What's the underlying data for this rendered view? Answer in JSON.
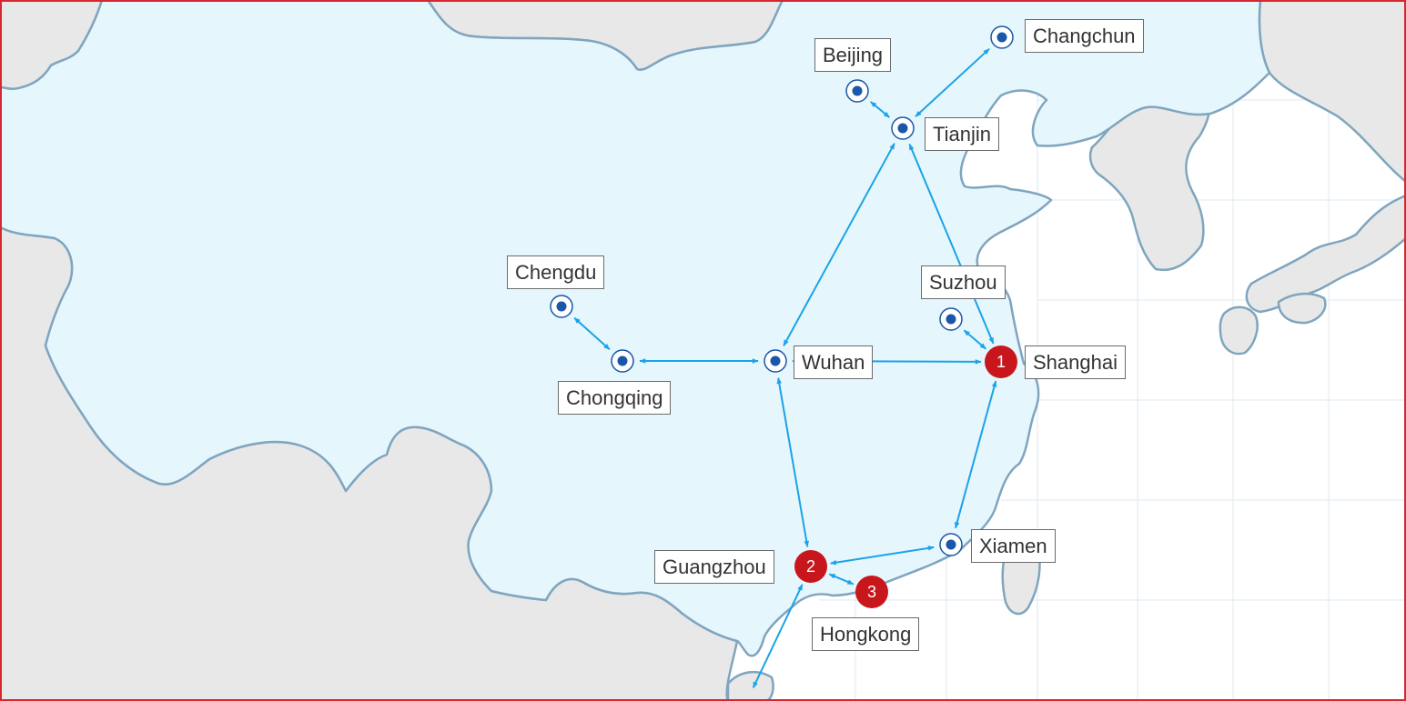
{
  "colors": {
    "frame": "#d7282f",
    "china_fill": "#e6f6fd",
    "border_line": "#7fa5bf",
    "neighbor_fill": "#e8e8e8",
    "sea": "#ffffff",
    "grid": "#dceaf2",
    "route_arrow": "#1aa3e8",
    "city_dot": "#1a57a8",
    "ranked_marker": "#c8161d"
  },
  "cities": {
    "changchun": {
      "label": "Changchun",
      "icon": "city-marker-icon"
    },
    "beijing": {
      "label": "Beijing",
      "icon": "city-marker-icon"
    },
    "tianjin": {
      "label": "Tianjin",
      "icon": "city-marker-icon"
    },
    "chengdu": {
      "label": "Chengdu",
      "icon": "city-marker-icon"
    },
    "chongqing": {
      "label": "Chongqing",
      "icon": "city-marker-icon"
    },
    "wuhan": {
      "label": "Wuhan",
      "icon": "city-marker-icon"
    },
    "suzhou": {
      "label": "Suzhou",
      "icon": "city-marker-icon"
    },
    "shanghai": {
      "label": "Shanghai",
      "rank": "1"
    },
    "guangzhou": {
      "label": "Guangzhou",
      "rank": "2"
    },
    "hongkong": {
      "label": "Hongkong",
      "rank": "3"
    },
    "xiamen": {
      "label": "Xiamen",
      "icon": "city-marker-icon"
    }
  },
  "routes": [
    [
      "beijing",
      "tianjin"
    ],
    [
      "tianjin",
      "changchun"
    ],
    [
      "tianjin",
      "wuhan"
    ],
    [
      "tianjin",
      "shanghai"
    ],
    [
      "chengdu",
      "chongqing"
    ],
    [
      "chongqing",
      "wuhan"
    ],
    [
      "wuhan",
      "shanghai"
    ],
    [
      "suzhou",
      "shanghai"
    ],
    [
      "wuhan",
      "guangzhou"
    ],
    [
      "shanghai",
      "xiamen"
    ],
    [
      "xiamen",
      "guangzhou"
    ],
    [
      "guangzhou",
      "hongkong"
    ],
    [
      "guangzhou",
      "island"
    ]
  ]
}
